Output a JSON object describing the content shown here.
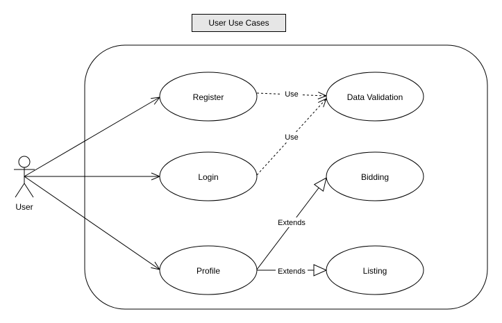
{
  "title": "User Use Cases",
  "actor": {
    "label": "User"
  },
  "use_cases": {
    "register": "Register",
    "login": "Login",
    "profile": "Profile",
    "data_validation": "Data Validation",
    "bidding": "Bidding",
    "listing": "Listing"
  },
  "relations": {
    "use_register": "Use",
    "use_login": "Use",
    "extends_bidding": "Extends",
    "extends_listing": "Extends"
  },
  "colors": {
    "stroke": "#000000",
    "title_fill": "#e6e6e6",
    "background": "#ffffff"
  }
}
